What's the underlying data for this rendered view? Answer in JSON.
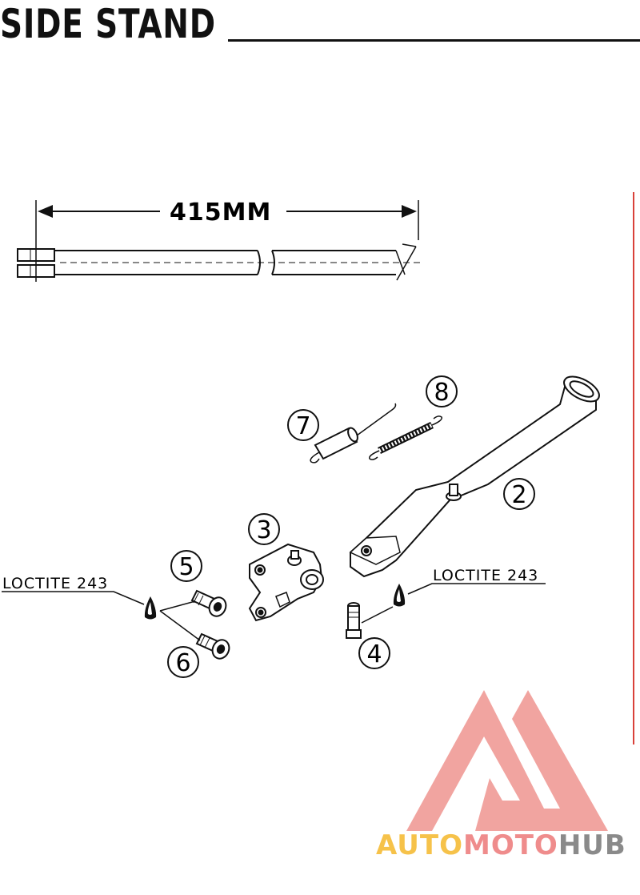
{
  "header": {
    "title": "SIDE STAND"
  },
  "dimension": {
    "label": "415MM"
  },
  "parts": [
    {
      "number": "2"
    },
    {
      "number": "3"
    },
    {
      "number": "4"
    },
    {
      "number": "5"
    },
    {
      "number": "6"
    },
    {
      "number": "7"
    },
    {
      "number": "8"
    }
  ],
  "notes": {
    "loctite_left": "LOCTITE 243",
    "loctite_right": "LOCTITE 243"
  },
  "watermark": {
    "part1": "AUTO",
    "part2": "MOTO",
    "part3": "HUB",
    "colors": {
      "auto": "#f6c24a",
      "moto": "#ef8c8c",
      "hub": "#8a8a8a",
      "logo": "#f09a96"
    }
  },
  "colors": {
    "accent_line": "#d9413a"
  }
}
